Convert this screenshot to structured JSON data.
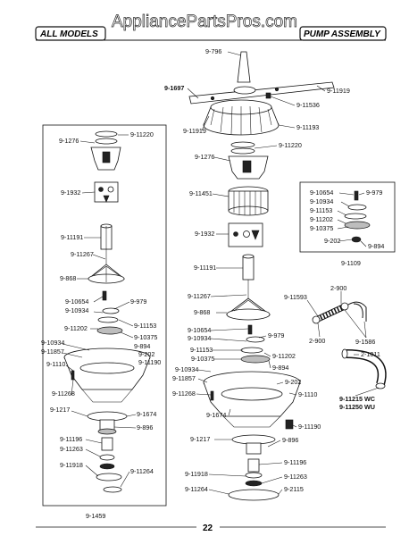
{
  "watermark": "AppliancePartsPros.com",
  "header": {
    "left_title": "ALL MODELS",
    "right_title": "PUMP ASSEMBLY"
  },
  "page_number": "22",
  "left_box": {
    "labels": [
      "9-1276",
      "9-11220",
      "9-1932",
      "9-11191",
      "9-11267",
      "9-868",
      "9-10654",
      "9-979",
      "9-10934",
      "9-11153",
      "9-11202",
      "9-10375",
      "9-894",
      "9-10934",
      "9-202",
      "9-11857",
      "9-11190",
      "9-1110",
      "9-11268",
      "9-1217",
      "9-1674",
      "9-896",
      "9-11196",
      "9-11263",
      "9-11918",
      "9-11264"
    ],
    "caption": "9-1459"
  },
  "right_box": {
    "labels": [
      "9-10654",
      "9-979",
      "9-10934",
      "9-11153",
      "9-11202",
      "9-10375",
      "9-202",
      "9-894"
    ],
    "caption": "9-1109"
  },
  "hose_group": {
    "labels": [
      "9-11593",
      "2-900",
      "2-900",
      "9-1586",
      "2-1011"
    ],
    "caption_1": "9-11215 WC",
    "caption_2": "9-11250 WU"
  },
  "center": {
    "labels": [
      "9-796",
      "9-1697",
      "9-11919",
      "9-11536",
      "9-11919",
      "9-11193",
      "9-11220",
      "9-1276",
      "9-11451",
      "9-1932",
      "9-11191",
      "9-11267",
      "9-868",
      "9-10654",
      "9-10934",
      "9-979",
      "9-11153",
      "9-11202",
      "9-10375",
      "9-894",
      "9-10934",
      "9-11857",
      "9-202",
      "9-11268",
      "9-1110",
      "9-1674",
      "9-11190",
      "9-1217",
      "9-896",
      "9-11196",
      "9-11918",
      "9-11263",
      "9-11264",
      "9-2115"
    ]
  }
}
